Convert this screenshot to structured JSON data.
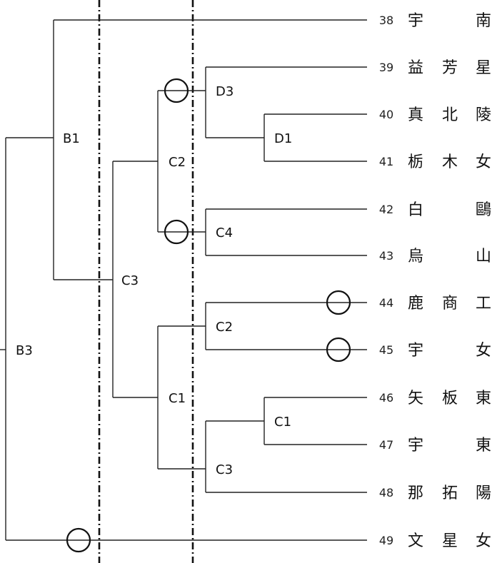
{
  "teams": [
    {
      "num": "38",
      "chars": [
        "宇",
        "",
        "南"
      ]
    },
    {
      "num": "39",
      "chars": [
        "益",
        "芳",
        "星"
      ]
    },
    {
      "num": "40",
      "chars": [
        "真",
        "北",
        "陵"
      ]
    },
    {
      "num": "41",
      "chars": [
        "栃",
        "木",
        "女"
      ]
    },
    {
      "num": "42",
      "chars": [
        "白",
        "",
        "鷗"
      ]
    },
    {
      "num": "43",
      "chars": [
        "烏",
        "",
        "山"
      ]
    },
    {
      "num": "44",
      "chars": [
        "鹿",
        "商",
        "工"
      ]
    },
    {
      "num": "45",
      "chars": [
        "宇",
        "",
        "女"
      ]
    },
    {
      "num": "46",
      "chars": [
        "矢",
        "板",
        "東"
      ]
    },
    {
      "num": "47",
      "chars": [
        "宇",
        "",
        "東"
      ]
    },
    {
      "num": "48",
      "chars": [
        "那",
        "拓",
        "陽"
      ]
    },
    {
      "num": "49",
      "chars": [
        "文",
        "星",
        "女"
      ]
    }
  ],
  "match_labels": {
    "d1": "D1",
    "d3": "D3",
    "c1_lower": "C1",
    "c3_lower": "C3",
    "c2_mid": "C2",
    "c4": "C4",
    "c2_upper": "C2",
    "c1_mid": "C1",
    "c3_main": "C3",
    "b1": "B1",
    "b3": "B3"
  },
  "circle_markers": [
    "team-44",
    "team-45",
    "team-49",
    "d3-match",
    "c4-match"
  ]
}
